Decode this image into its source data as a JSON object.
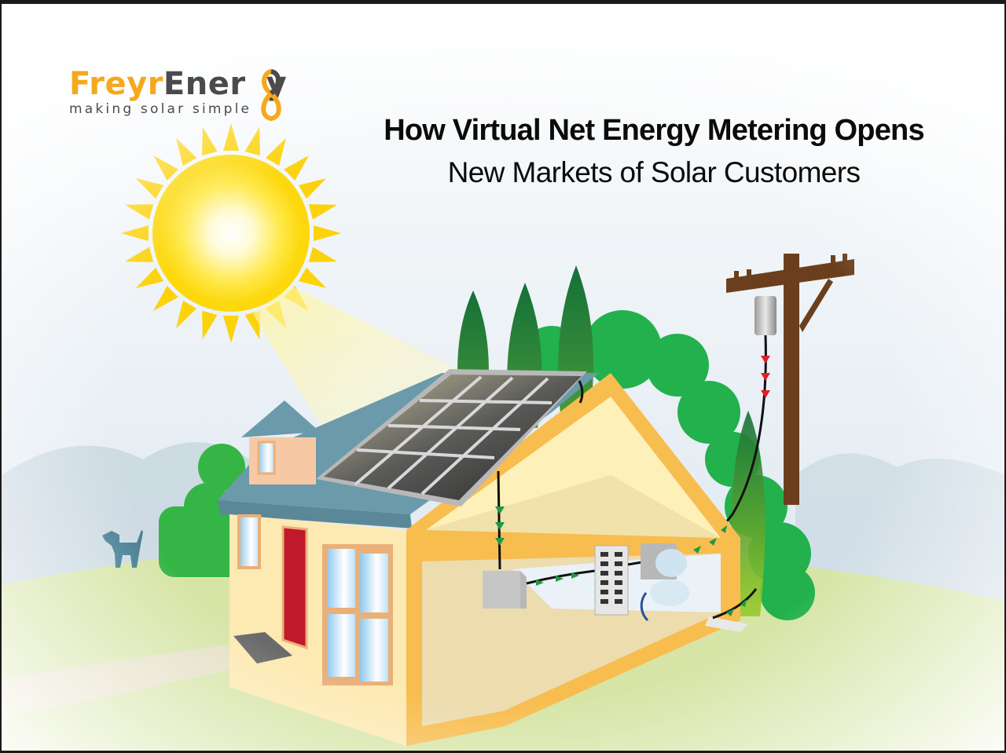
{
  "brand": {
    "name_part1": "Freyr",
    "name_part2": "Ener",
    "name_part3": "y",
    "tagline": "making solar simple",
    "colors": {
      "orange": "#f6a81c",
      "gray": "#4a4a4c"
    }
  },
  "headline": {
    "line1": "How Virtual Net Energy Metering Opens",
    "line2": "New Markets of Solar Customers"
  },
  "illustration": {
    "elements": [
      "sun",
      "sun-rays",
      "solar-panels",
      "house",
      "trees",
      "bushes",
      "dog",
      "utility-pole",
      "transformer",
      "inverter",
      "breaker-panel",
      "electric-meter",
      "power-lines"
    ],
    "flow_arrow_colors": {
      "solar_to_grid": "#1e9a46",
      "grid_to_house": "#e21d24"
    },
    "colors": {
      "sky": "#dfe9f1",
      "grass": "#d6e5a6",
      "sun": "#fcd20b",
      "roof": "#6b9aaa",
      "wall": "#fde9b2",
      "frame": "#f8bd4f",
      "door": "#c0192b",
      "tree_dark": "#1f7a3a",
      "bush": "#1fb04a",
      "pole": "#6b3f1d"
    }
  }
}
